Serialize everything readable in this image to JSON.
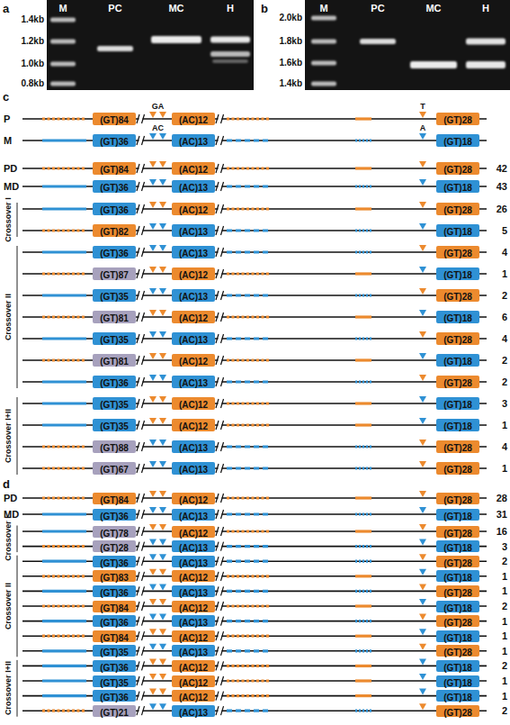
{
  "diagram": {
    "nodes": [
      {
        "text": [
          "(GT)84"
        ]
      },
      {
        "text": [
          "(AC)12"
        ]
      },
      {
        "text": [
          "(GT)28"
        ]
      },
      {
        "text": [
          "(GT)36"
        ]
      },
      {
        "text": [
          "(AC)13"
        ]
      },
      {
        "text": [
          "(GT)18"
        ]
      },
      {
        "text": [
          "(GT)84"
        ]
      },
      {
        "text": [
          "(AC)12"
        ]
      },
      {
        "text": [
          "(GT)28"
        ]
      },
      {
        "text": [
          "(GT)36"
        ]
      },
      {
        "text": [
          "(AC)13"
        ]
      },
      {
        "text": [
          "(GT)18"
        ]
      },
      {
        "text": [
          "(GT)36"
        ]
      },
      {
        "text": [
          "(AC)12"
        ]
      },
      {
        "text": [
          "(GT)28"
        ]
      },
      {
        "text": [
          "(GT)82"
        ]
      },
      {
        "text": [
          "(AC)13"
        ]
      },
      {
        "text": [
          "(GT)18"
        ]
      },
      {
        "text": [
          "(GT)36"
        ]
      },
      {
        "text": [
          "(AC)13"
        ]
      },
      {
        "text": [
          "(GT)28"
        ]
      },
      {
        "text": [
          "(GT)87"
        ]
      },
      {
        "text": [
          "(AC)12"
        ]
      },
      {
        "text": [
          "(GT)18"
        ]
      },
      {
        "text": [
          "(GT)35"
        ]
      },
      {
        "text": [
          "(AC)13"
        ]
      },
      {
        "text": [
          "(GT)28"
        ]
      },
      {
        "text": [
          "(GT)81"
        ]
      },
      {
        "text": [
          "(AC)12"
        ]
      },
      {
        "text": [
          "(GT)18"
        ]
      },
      {
        "text": [
          "(GT)35"
        ]
      },
      {
        "text": [
          "(AC)13"
        ]
      },
      {
        "text": [
          "(GT)28"
        ]
      },
      {
        "text": [
          "(GT)81"
        ]
      },
      {
        "text": [
          "(AC)12"
        ]
      },
      {
        "text": [
          "(GT)18"
        ]
      },
      {
        "text": [
          "(GT)36"
        ]
      },
      {
        "text": [
          "(AC)13"
        ]
      },
      {
        "text": [
          "(GT)28"
        ]
      },
      {
        "text": [
          "(GT)35"
        ]
      },
      {
        "text": [
          "(AC)12"
        ]
      },
      {
        "text": [
          "(GT)18"
        ]
      },
      {
        "text": [
          "(GT)35"
        ]
      },
      {
        "text": [
          "(AC)12"
        ]
      },
      {
        "text": [
          "(GT)18"
        ]
      },
      {
        "text": [
          "(GT)88"
        ]
      },
      {
        "text": [
          "(AC)13"
        ]
      },
      {
        "text": [
          "(GT)28"
        ]
      },
      {
        "text": [
          "(GT)67"
        ]
      },
      {
        "text": [
          "(AC)13"
        ]
      },
      {
        "text": [
          "(GT)28"
        ]
      },
      {
        "text": [
          "(GT)84"
        ]
      },
      {
        "text": [
          "(AC)12"
        ]
      },
      {
        "text": [
          "(GT)28"
        ]
      },
      {
        "text": [
          "(GT)36"
        ]
      },
      {
        "text": [
          "(AC)13"
        ]
      },
      {
        "text": [
          "(GT)18"
        ]
      },
      {
        "text": [
          "(GT)78"
        ]
      },
      {
        "text": [
          "(AC)12"
        ]
      },
      {
        "text": [
          "(GT)28"
        ]
      },
      {
        "text": [
          "(GT)28"
        ]
      },
      {
        "text": [
          "(AC)13"
        ]
      },
      {
        "text": [
          "(GT)18"
        ]
      },
      {
        "text": [
          "(GT)36"
        ]
      },
      {
        "text": [
          "(AC)13"
        ]
      },
      {
        "text": [
          "(GT)28"
        ]
      },
      {
        "text": [
          "(GT)83"
        ]
      },
      {
        "text": [
          "(AC)12"
        ]
      },
      {
        "text": [
          "(GT)18"
        ]
      },
      {
        "text": [
          "(GT)36"
        ]
      },
      {
        "text": [
          "(AC)13"
        ]
      },
      {
        "text": [
          "(GT)28"
        ]
      },
      {
        "text": [
          "(GT)84"
        ]
      },
      {
        "text": [
          "(AC)12"
        ]
      },
      {
        "text": [
          "(GT)18"
        ]
      },
      {
        "text": [
          "(GT)36"
        ]
      },
      {
        "text": [
          "(AC)13"
        ]
      },
      {
        "text": [
          "(GT)28"
        ]
      },
      {
        "text": [
          "(GT)84"
        ]
      },
      {
        "text": [
          "(AC)12"
        ]
      },
      {
        "text": [
          "(GT)18"
        ]
      },
      {
        "text": [
          "(GT)35"
        ]
      },
      {
        "text": [
          "(AC)13"
        ]
      },
      {
        "text": [
          "(GT)28"
        ]
      },
      {
        "text": [
          "(GT)36"
        ]
      },
      {
        "text": [
          "(AC)12"
        ]
      },
      {
        "text": [
          "(GT)18"
        ]
      },
      {
        "text": [
          "(GT)35"
        ]
      },
      {
        "text": [
          "(AC)12"
        ]
      },
      {
        "text": [
          "(GT)18"
        ]
      },
      {
        "text": [
          "(GT)36"
        ]
      },
      {
        "text": [
          "(AC)12"
        ]
      },
      {
        "text": [
          "(GT)18"
        ]
      },
      {
        "text": [
          "(GT)21"
        ]
      },
      {
        "text": [
          "(AC)13"
        ]
      },
      {
        "text": [
          "(GT)28"
        ]
      }
    ],
    "labels": [
      "a",
      "M",
      "PC",
      "MC",
      "H",
      "1.4kb",
      "1.2kb",
      "1.0kb",
      "0.8kb",
      "b",
      "M",
      "PC",
      "MC",
      "H",
      "2.0kb",
      "1.8kb",
      "1.6kb",
      "1.4kb",
      "c",
      "GA",
      "T",
      "AC",
      "A",
      "P",
      "M",
      "PD",
      "42",
      "MD",
      "43",
      "Crossover I",
      "26",
      "5",
      "Crossover II",
      "4",
      "1",
      "2",
      "6",
      "4",
      "2",
      "2",
      "Crossover I+II",
      "3",
      "1",
      "4",
      "1",
      "d",
      "PD",
      "28",
      "MD",
      "31",
      "Crossover I",
      "16",
      "3",
      "Crossover II",
      "2",
      "1",
      "1",
      "2",
      "1",
      "1",
      "1",
      "Crossover I+II",
      "2",
      "1",
      "1",
      "2"
    ]
  }
}
